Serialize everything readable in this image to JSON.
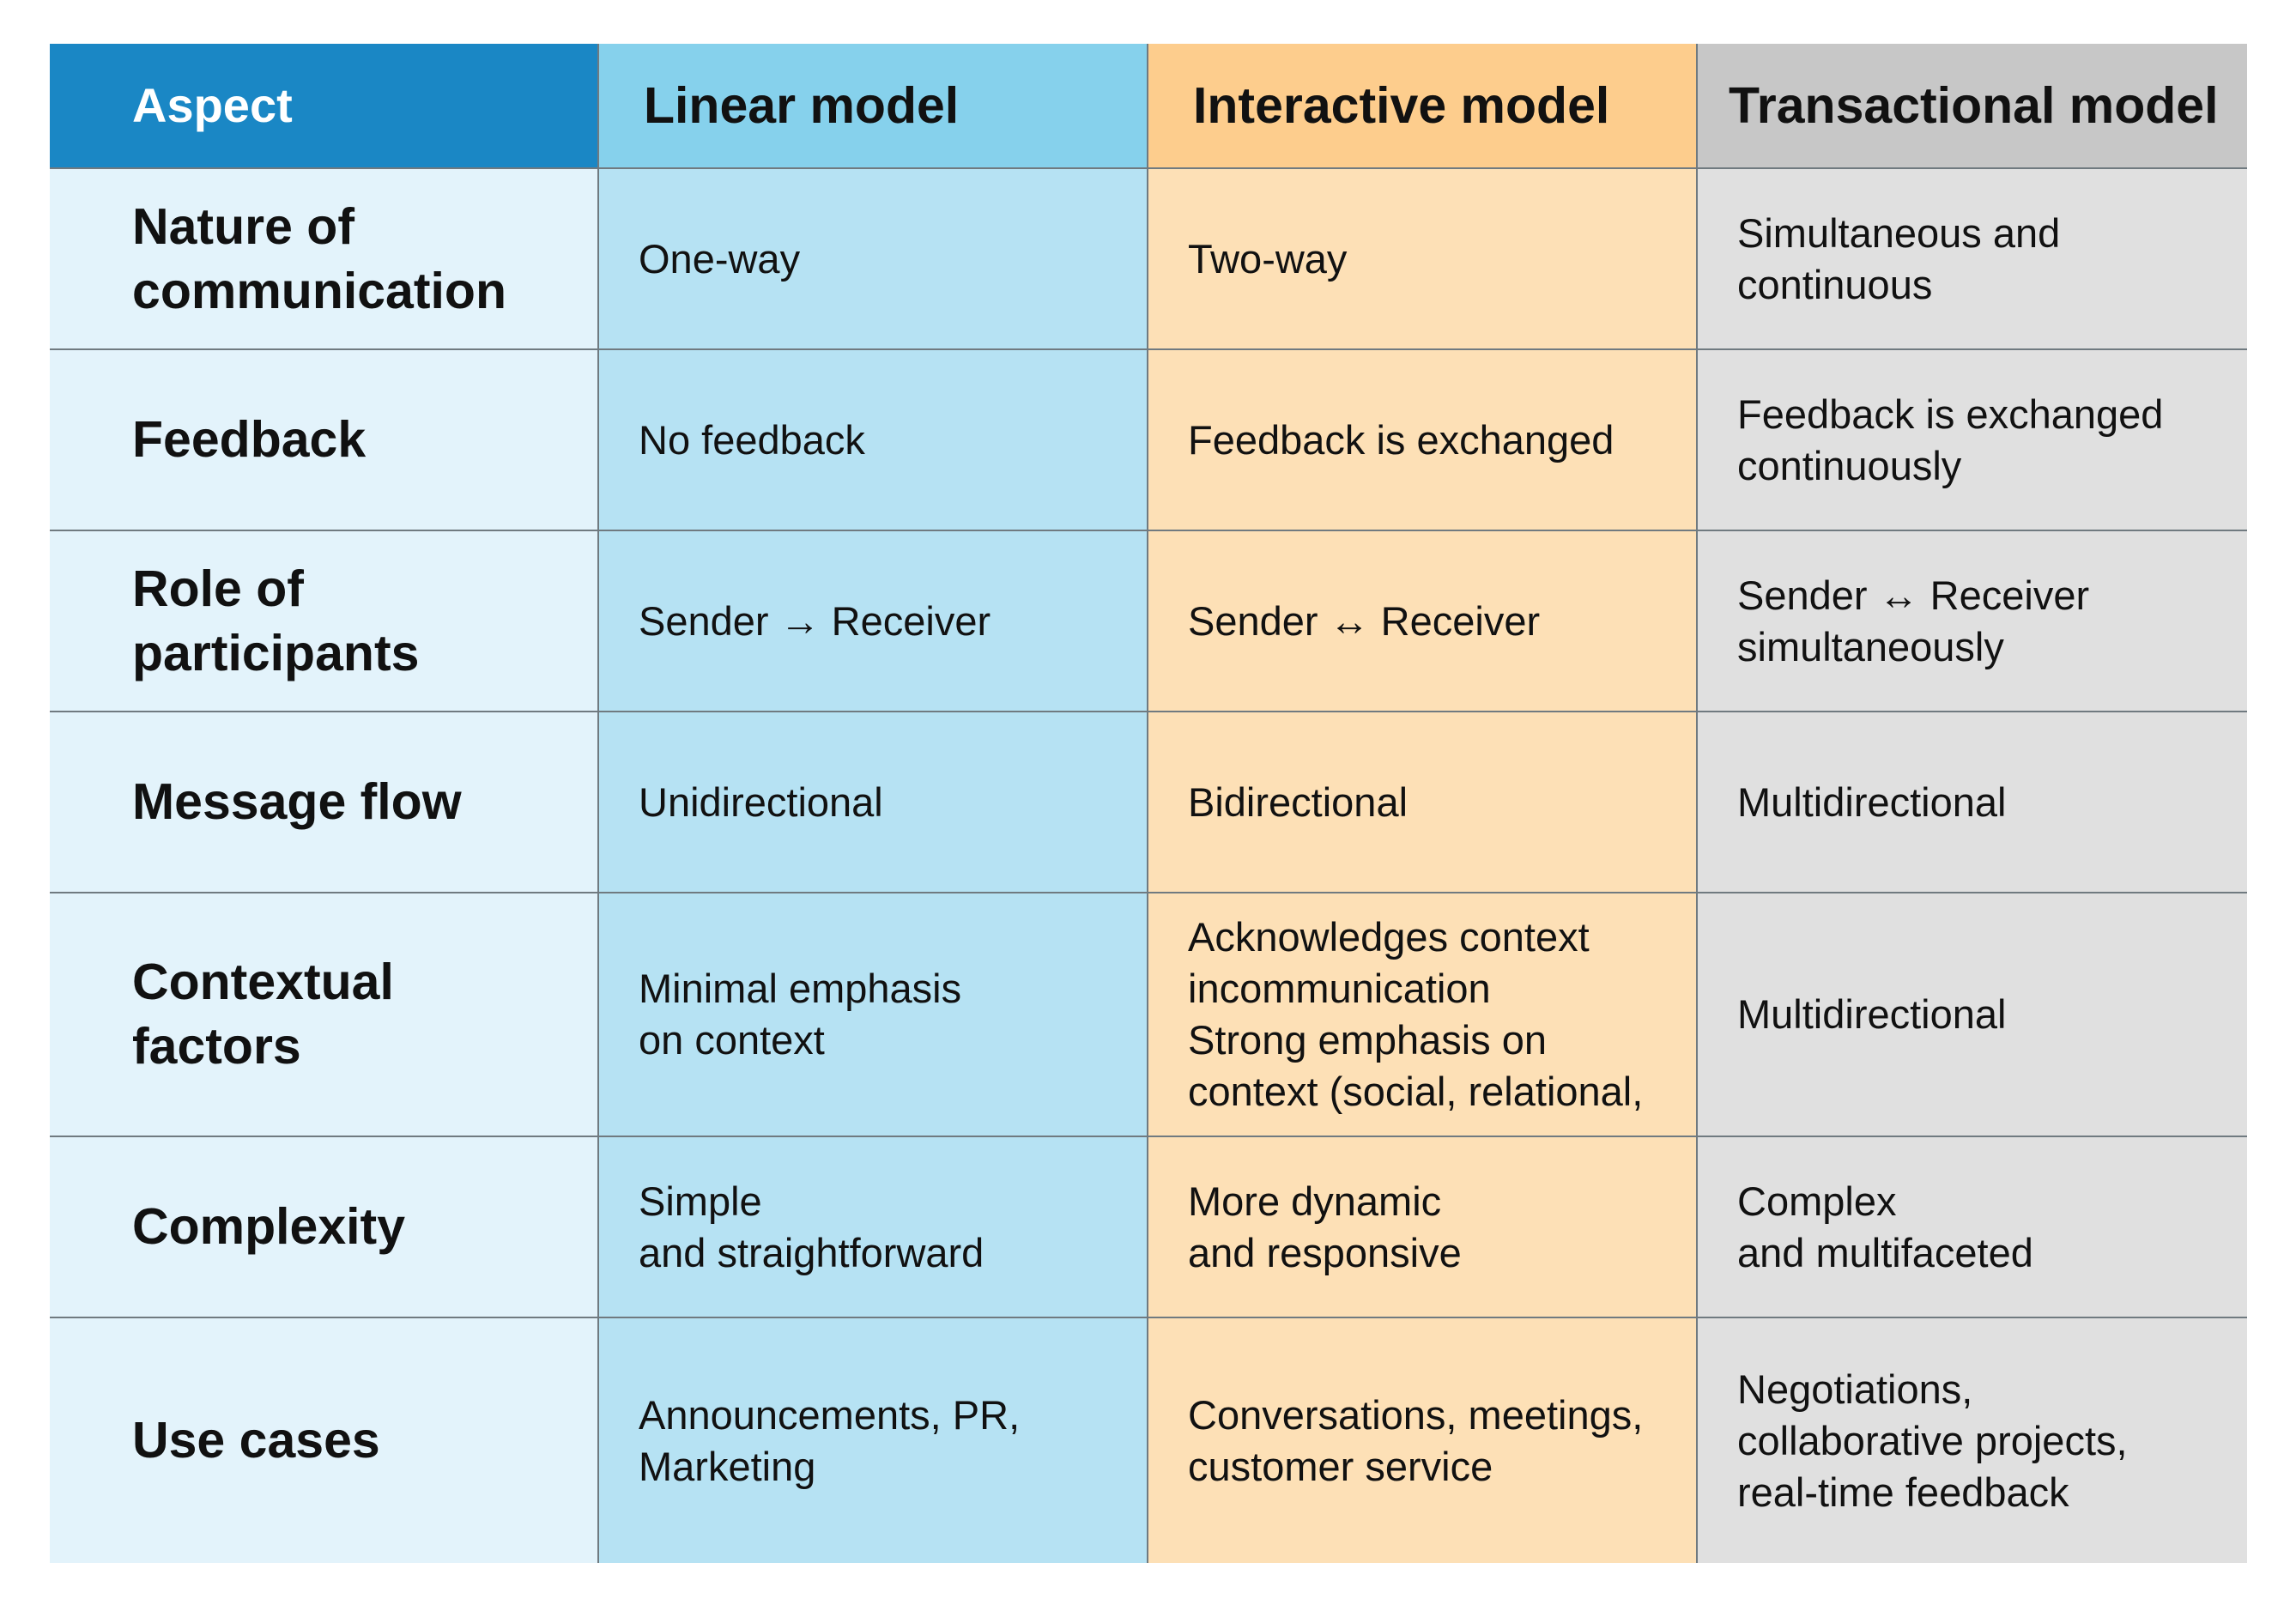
{
  "table": {
    "headers": [
      "Aspect",
      "Linear model",
      "Interactive model",
      "Transactional model"
    ],
    "rows": [
      {
        "aspect": "Nature of\ncommunication",
        "linear": "One-way",
        "interactive": "Two-way",
        "transactional": "Simultaneous and\ncontinuous"
      },
      {
        "aspect": "Feedback",
        "linear": "No feedback",
        "interactive": "Feedback is exchanged",
        "transactional": "Feedback is exchanged\ncontinuously"
      },
      {
        "aspect": "Role of\nparticipants",
        "linear": "Sender → Receiver",
        "interactive": "Sender ↔ Receiver",
        "transactional": "Sender ↔ Receiver\nsimultaneously"
      },
      {
        "aspect": "Message flow",
        "linear": "Unidirectional",
        "interactive": "Bidirectional",
        "transactional": "Multidirectional"
      },
      {
        "aspect": "Contextual\nfactors",
        "linear": "Minimal emphasis\non context",
        "interactive": "Acknowledges context\nincommunication\nStrong emphasis on\ncontext (social, relational,",
        "transactional": "Multidirectional"
      },
      {
        "aspect": "Complexity",
        "linear": "Simple\nand straightforward",
        "interactive": "More dynamic\nand responsive",
        "transactional": "Complex\nand multifaceted"
      },
      {
        "aspect": "Use cases",
        "linear": "Announcements, PR,\nMarketing",
        "interactive": "Conversations, meetings,\ncustomer service",
        "transactional": "Negotiations,\ncollaborative projects,\nreal-time feedback"
      }
    ]
  }
}
